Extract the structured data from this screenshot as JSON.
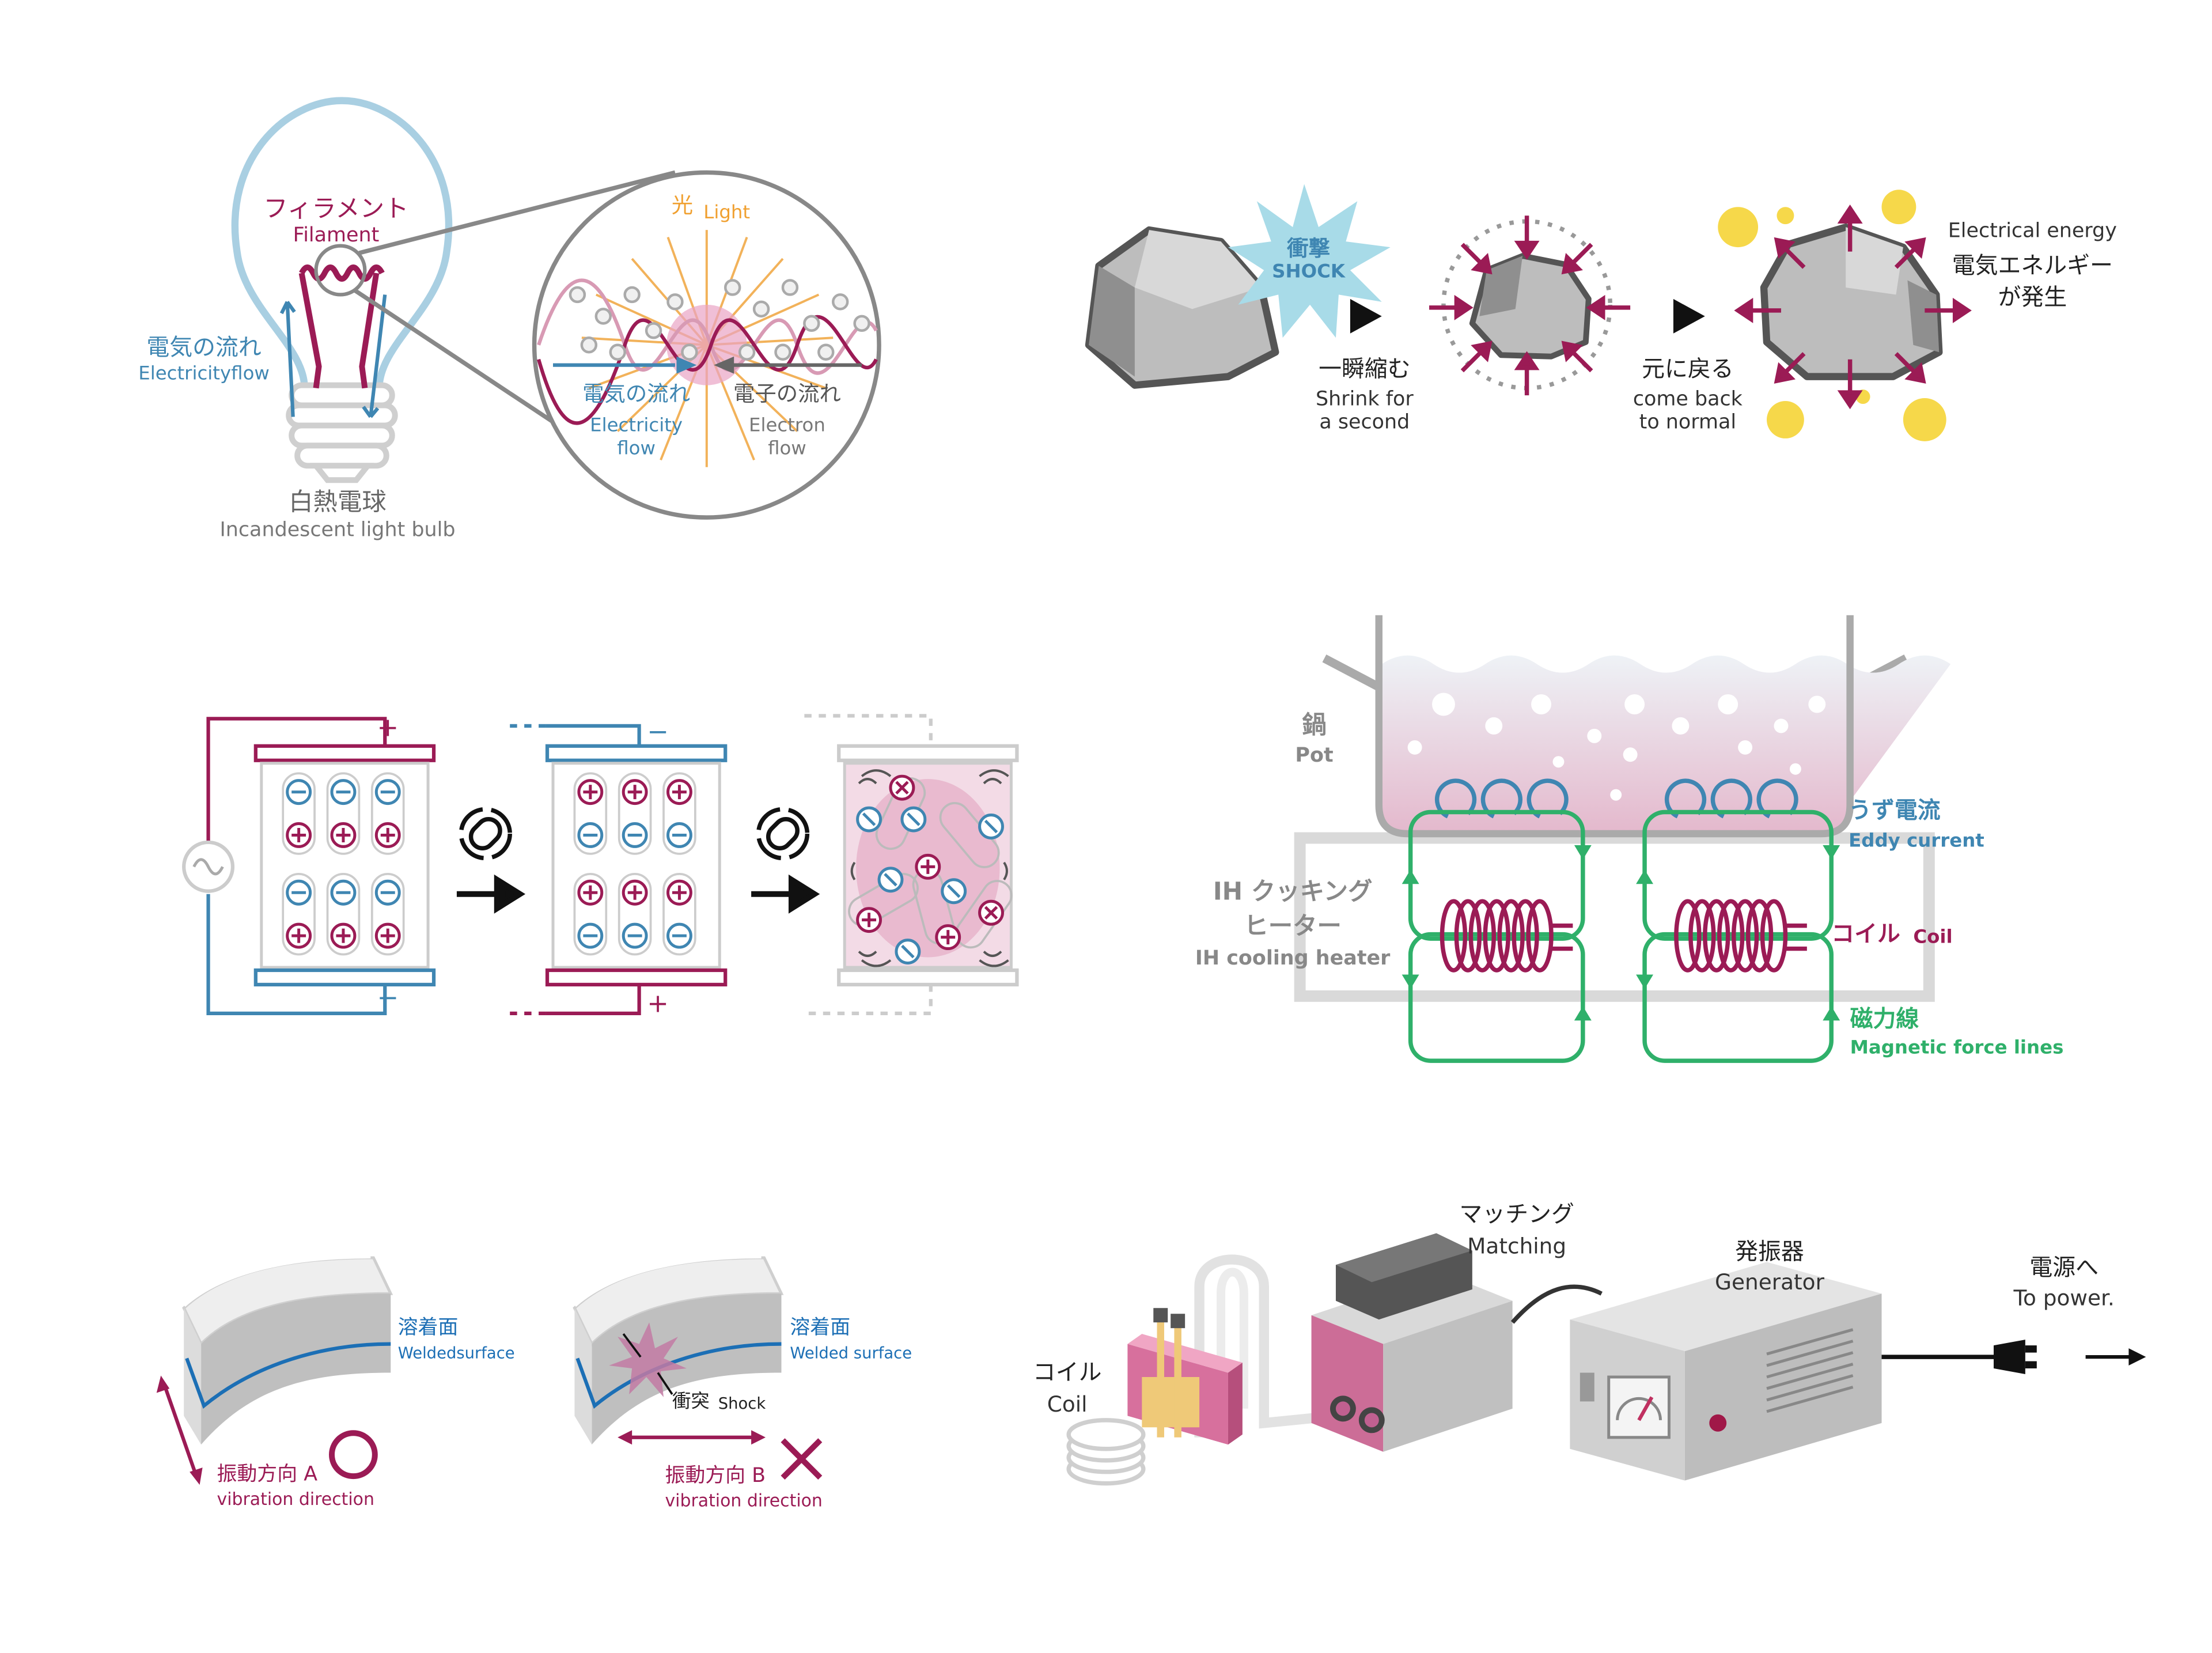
{
  "colors": {
    "crimson": "#9b1b55",
    "blue": "#3f86b2",
    "orange": "#f0a030",
    "green": "#2fb06a",
    "gray": "#8a8a8a",
    "light_gray": "#d9d9d9",
    "pink": "#d89ab4",
    "yellow": "#f6d84a",
    "shock_blue": "#9fd6e6",
    "black": "#1a1a1a"
  },
  "bulb": {
    "filament_jp": "フィラメント",
    "filament_en": "Filament",
    "flow_jp": "電気の流れ",
    "flow_en": "Electricityflow",
    "bulb_jp": "白熱電球",
    "bulb_en": "Incandescent light bulb",
    "light_jp": "光",
    "light_en": "Light",
    "elec_flow_jp": "電気の流れ",
    "elec_flow_en1": "Electricity",
    "elec_flow_en2": "flow",
    "electron_flow_jp": "電子の流れ",
    "electron_flow_en1": "Electron",
    "electron_flow_en2": "flow"
  },
  "piezo": {
    "shock_jp": "衝撃",
    "shock_en": "SHOCK",
    "shrink_jp": "一瞬縮む",
    "shrink_en1": "Shrink for",
    "shrink_en2": "a second",
    "back_jp": "元に戻る",
    "back_en1": "come back",
    "back_en2": "to normal",
    "energy_en": "Electrical energy",
    "energy_jp1": "電気エネルギー",
    "energy_jp2": "が発生"
  },
  "dielectric": {
    "plus": "+",
    "minus": "−"
  },
  "ih": {
    "pot_jp": "鍋",
    "pot_en": "Pot",
    "heater_jp1": "IH クッキング",
    "heater_jp2": "ヒーター",
    "heater_en": "IH cooling heater",
    "eddy_jp": "うず電流",
    "eddy_en": "Eddy current",
    "coil_jp": "コイル",
    "coil_en": "Coil",
    "magnet_jp": "磁力線",
    "magnet_en": "Magnetic force lines"
  },
  "weld": {
    "surface_a_jp": "溶着面",
    "surface_a_en": "Weldedsurface",
    "dir_a_jp": "振動方向 A",
    "dir_a_en": "vibration direction",
    "surface_b_jp": "溶着面",
    "surface_b_en": "Welded surface",
    "shock_jp": "衝突",
    "shock_en": "Shock",
    "dir_b_jp": "振動方向 B",
    "dir_b_en": "vibration direction"
  },
  "induction": {
    "matching_jp": "マッチング",
    "matching_en": "Matching",
    "generator_jp": "発振器",
    "generator_en": "Generator",
    "power_jp": "電源へ",
    "power_en": "To power.",
    "coil_jp": "コイル",
    "coil_en": "Coil"
  }
}
